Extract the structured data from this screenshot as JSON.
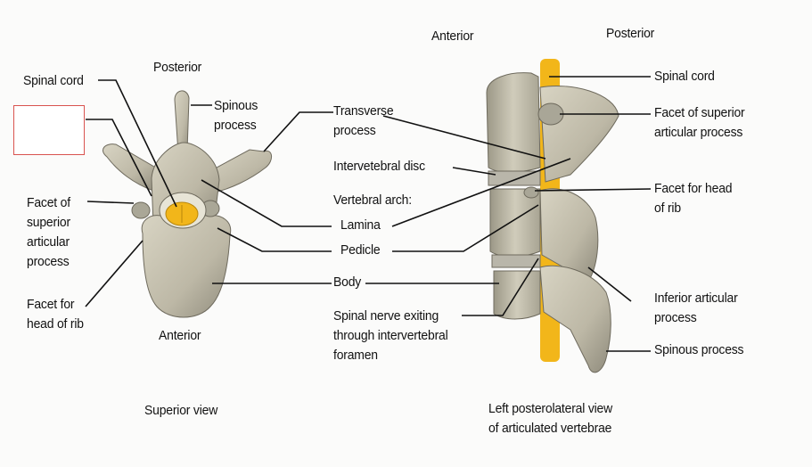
{
  "colors": {
    "bone": "#c9c5b4",
    "bone_shadow": "#8f8b7c",
    "bone_dark": "#6e6a5d",
    "spinal_cord": "#f2b61a",
    "blank_box_border": "#d9534f",
    "line": "#111111"
  },
  "superior_view": {
    "posterior": "Posterior",
    "anterior": "Anterior",
    "caption": "Superior view",
    "labels": {
      "spinal_cord": "Spinal cord",
      "spinous_process_1": "Spinous",
      "spinous_process_2": "process",
      "facet_superior_1": "Facet of",
      "facet_superior_2": "superior",
      "facet_superior_3": "articular",
      "facet_superior_4": "process",
      "facet_head_rib_1": "Facet for",
      "facet_head_rib_2": "head of rib"
    }
  },
  "center_labels": {
    "transverse_1": "Transverse",
    "transverse_2": "process",
    "intervertebral_disc": "Intervetebral disc",
    "vertebral_arch": "Vertebral arch:",
    "lamina": "Lamina",
    "pedicle": "Pedicle",
    "body": "Body",
    "spinal_nerve_1": "Spinal nerve exiting",
    "spinal_nerve_2": "through intervertebral",
    "spinal_nerve_3": "foramen"
  },
  "lateral_view": {
    "anterior": "Anterior",
    "posterior": "Posterior",
    "caption_1": "Left posterolateral view",
    "caption_2": "of articulated vertebrae",
    "labels": {
      "spinal_cord": "Spinal cord",
      "facet_superior_1": "Facet of superior",
      "facet_superior_2": "articular process",
      "facet_head_rib_1": "Facet for head",
      "facet_head_rib_2": "of rib",
      "inferior_articular_1": "Inferior articular",
      "inferior_articular_2": "process",
      "spinous_process": "Spinous process"
    }
  }
}
